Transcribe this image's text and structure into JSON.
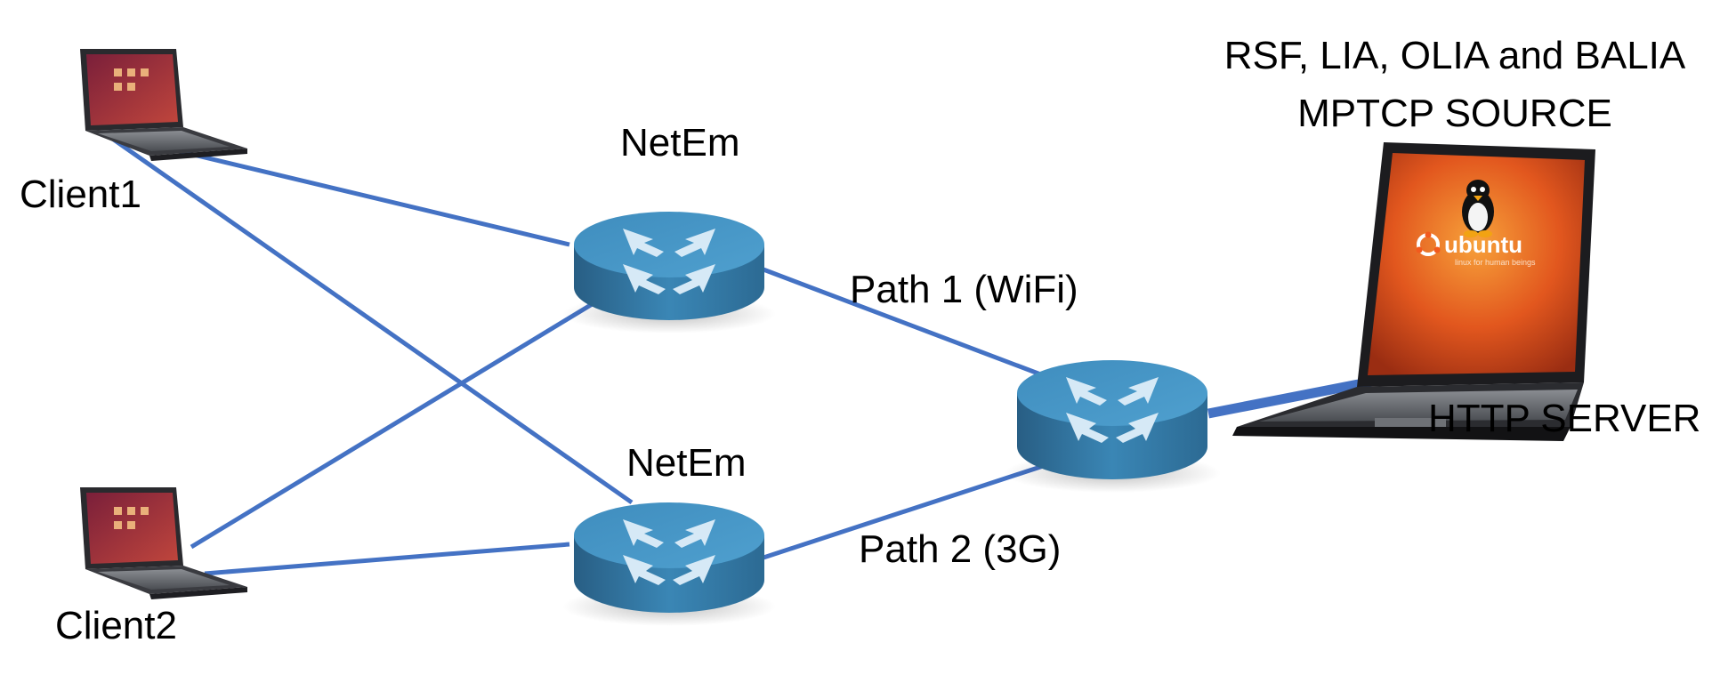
{
  "labels": {
    "client1": "Client1",
    "client2": "Client2",
    "netem_top": "NetEm",
    "netem_bottom": "NetEm",
    "path1": "Path 1 (WiFi)",
    "path2": "Path 2 (3G)",
    "source_line1": "RSF, LIA, OLIA and BALIA",
    "source_line2": "MPTCP SOURCE",
    "server": "HTTP SERVER"
  },
  "server_laptop": {
    "brand_text": "ubuntu",
    "tagline_text": "linux for human beings"
  },
  "colors": {
    "link": "#4472C4",
    "router_top": "#3A86B5",
    "router_side": "#2F6E98",
    "router_arrows": "#D6E9F6",
    "screen_orange": "#E2571E"
  },
  "icons": [
    "laptop-icon",
    "router-icon",
    "arrows-icon"
  ]
}
